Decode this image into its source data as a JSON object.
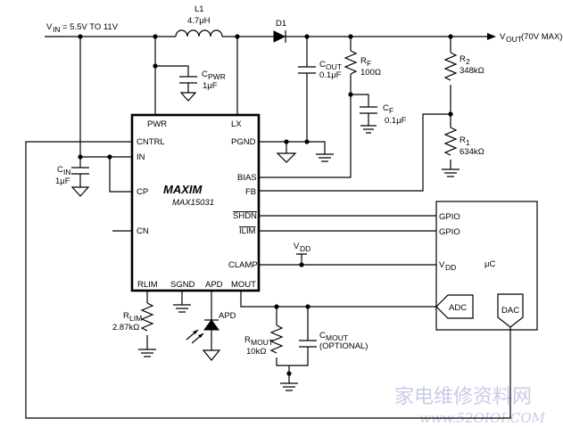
{
  "input": {
    "vin": "V",
    "vin_sub": "IN",
    "vin_range": "= 5.5V TO 11V"
  },
  "output": {
    "vout": "V",
    "vout_sub": "OUT",
    "vout_note": "(70V MAX)"
  },
  "components": {
    "l1": {
      "name": "L1",
      "value": "4.7μH"
    },
    "d1": {
      "name": "D1"
    },
    "cpwr": {
      "name": "C",
      "sub": "PWR",
      "value": "1μF"
    },
    "cout": {
      "name": "C",
      "sub": "OUT",
      "value": "0.1μF"
    },
    "rf": {
      "name": "R",
      "sub": "F",
      "value": "100Ω"
    },
    "cf": {
      "name": "C",
      "sub": "F",
      "value": "0.1μF"
    },
    "r2": {
      "name": "R",
      "sub": "2",
      "value": "348kΩ"
    },
    "r1": {
      "name": "R",
      "sub": "1",
      "value": "634kΩ"
    },
    "cin": {
      "name": "C",
      "sub": "IN",
      "value": "1μF"
    },
    "rlim": {
      "name": "R",
      "sub": "LIM",
      "value": "2.87kΩ"
    },
    "apd": {
      "name": "APD"
    },
    "rmout": {
      "name": "R",
      "sub": "MOUT",
      "value": "10kΩ"
    },
    "cmout": {
      "name": "C",
      "sub": "MOUT",
      "value": "(OPTIONAL)"
    },
    "vdd_node": {
      "name": "V",
      "sub": "DD"
    }
  },
  "ic": {
    "brand": "MAXIM",
    "part": "MAX15031",
    "pins": {
      "pwr": "PWR",
      "lx": "LX",
      "cntrl": "CNTRL",
      "in": "IN",
      "pgnd": "PGND",
      "bias": "BIAS",
      "cp": "CP",
      "fb": "FB",
      "shdn": "SHDN",
      "ilim": "ILIM",
      "cn": "CN",
      "clamp": "CLAMP",
      "rlim": "RLIM",
      "sgnd": "SGND",
      "apd": "APD",
      "mout": "MOUT"
    }
  },
  "uc": {
    "label": "μC",
    "gpio1": "GPIO",
    "gpio2": "GPIO",
    "vdd": "V",
    "vdd_sub": "DD",
    "adc": "ADC",
    "dac": "DAC"
  },
  "watermark": {
    "text": "家电维修资料网",
    "url": "www.52OIOI.COM"
  }
}
